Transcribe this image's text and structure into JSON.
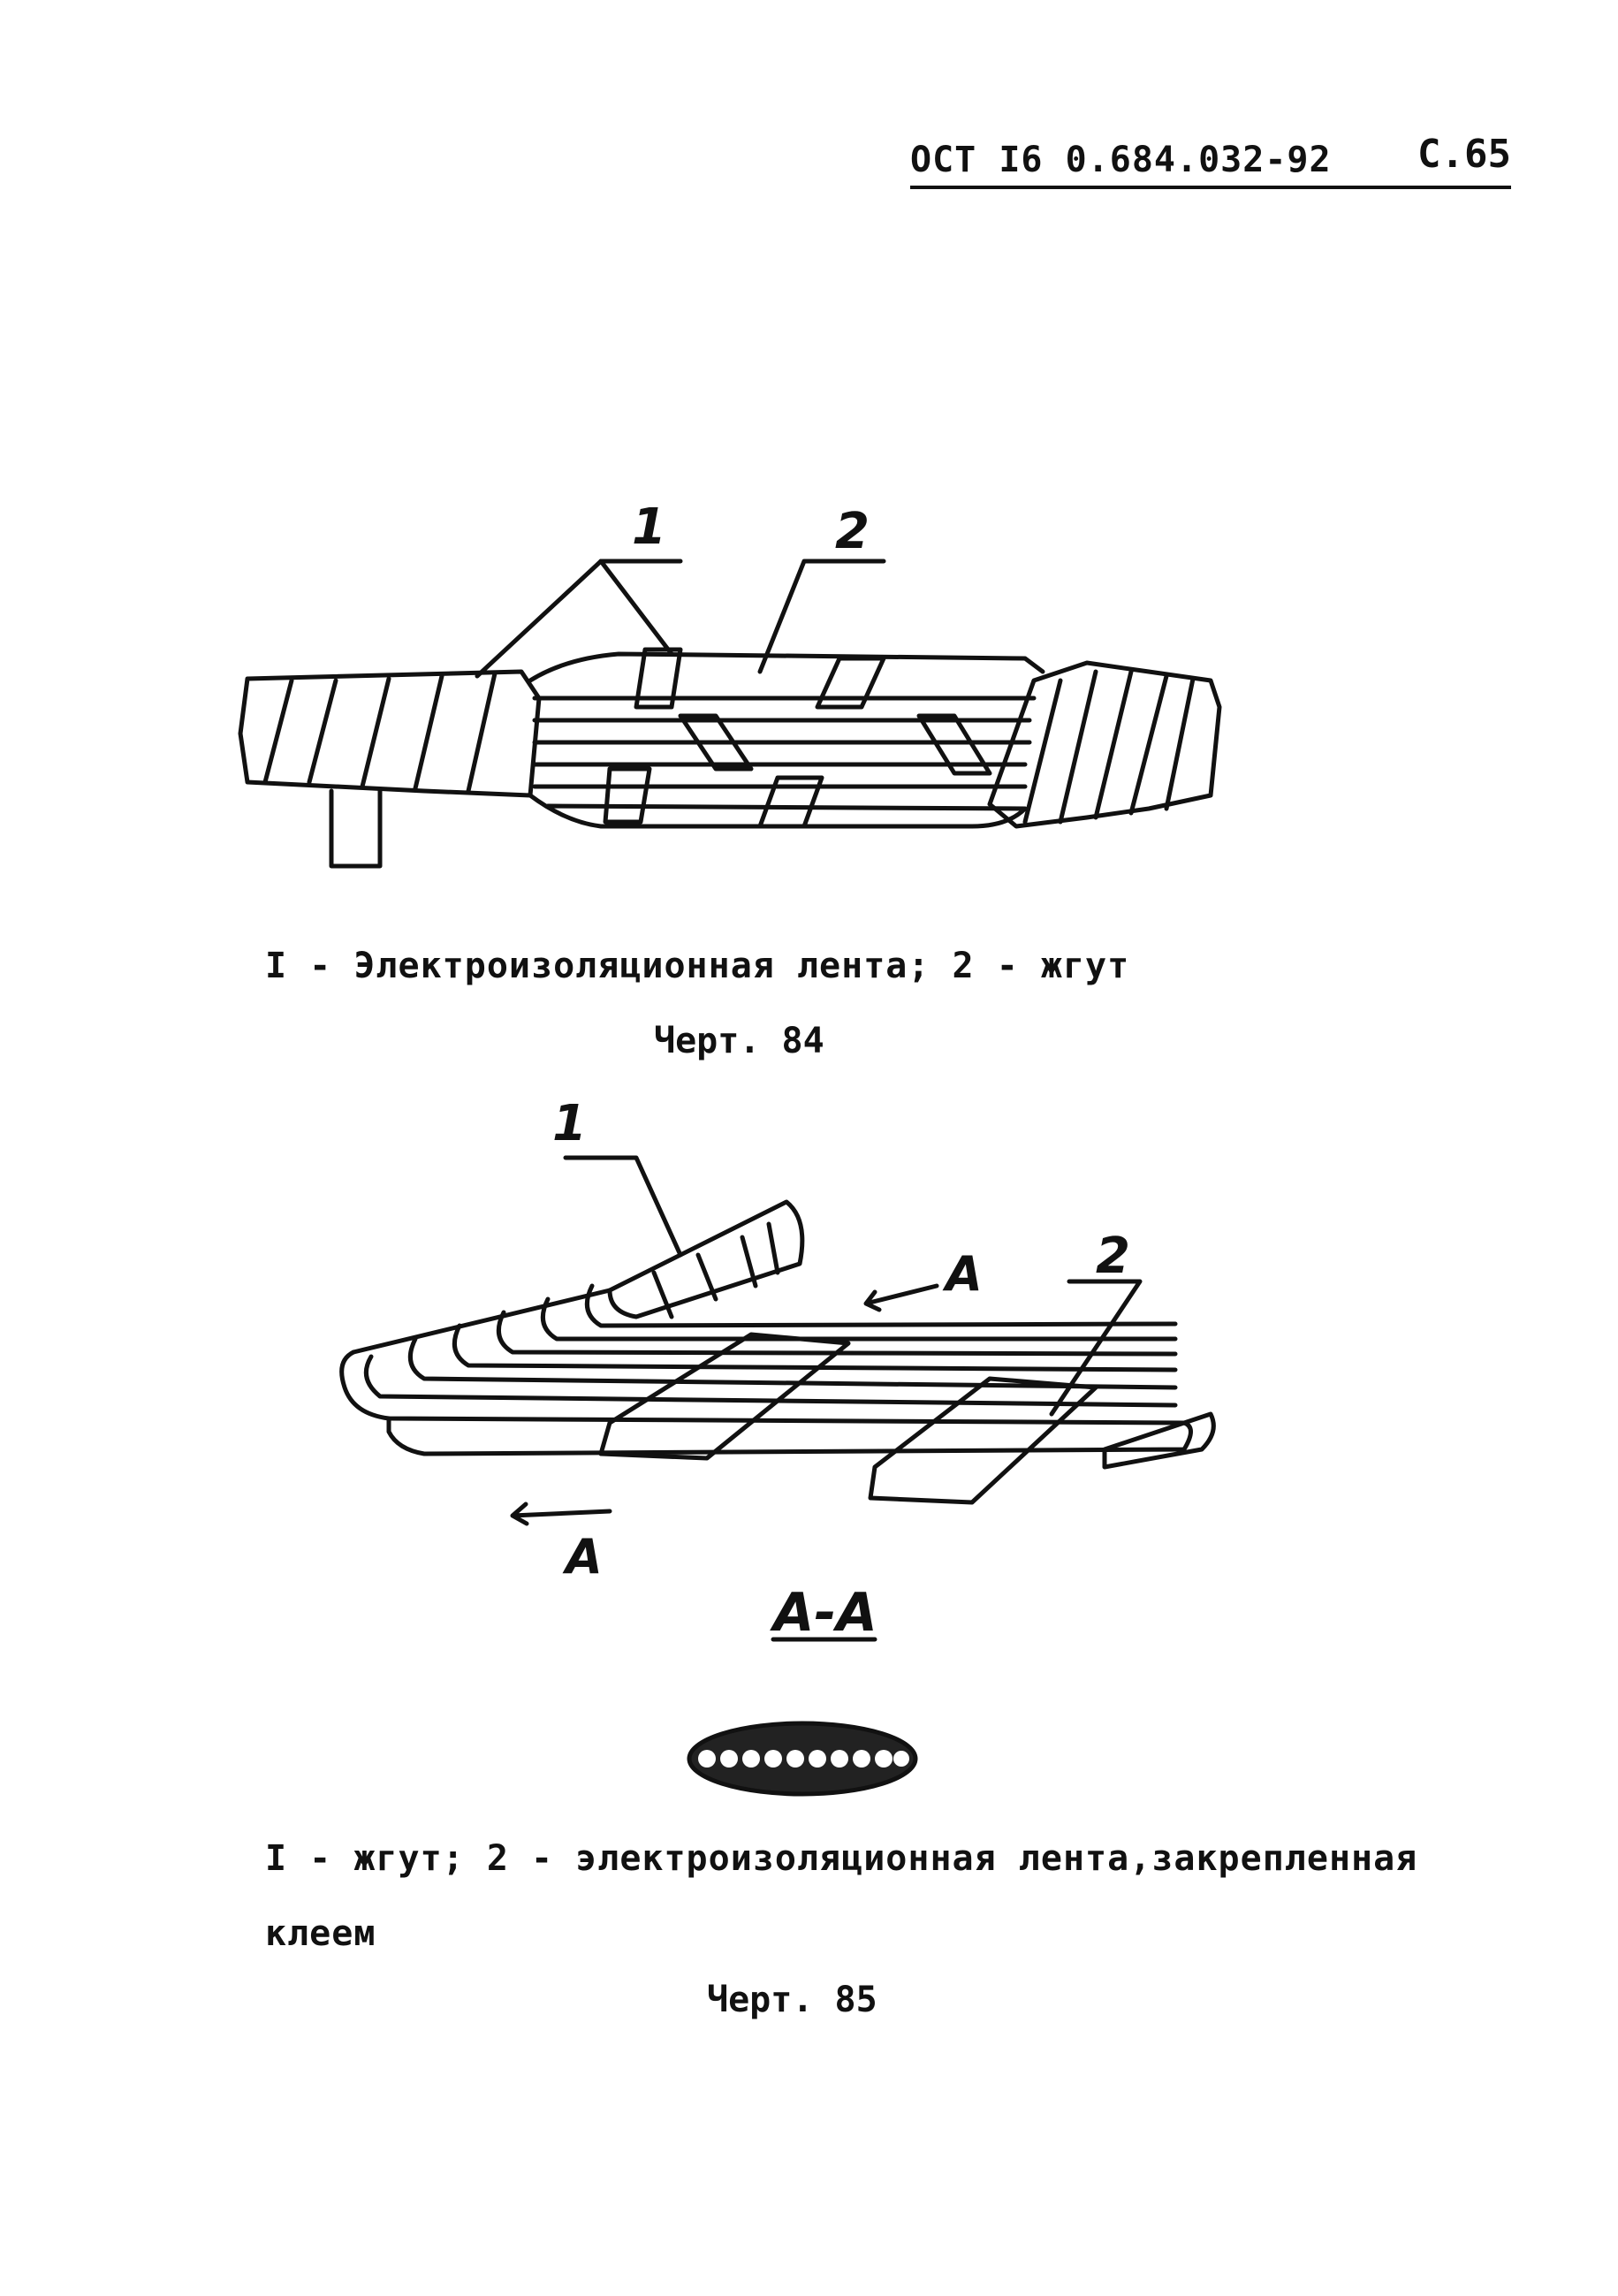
{
  "header": {
    "doc_number": "ОСТ I6 0.684.032-92",
    "page": "С.65"
  },
  "figure84": {
    "callout_1": "1",
    "callout_2": "2",
    "legend": "I - Электроизоляционная лента;  2 - жгут",
    "title": "Черт. 84"
  },
  "figure85": {
    "callout_1": "1",
    "callout_2": "2",
    "arrow_label_top": "A",
    "arrow_label_bottom": "A",
    "section_title": "A-A",
    "legend_line1": "I - жгут;  2 - электроизоляционная лента,закрепленная",
    "legend_line2": "клеем",
    "title": "Черт. 85"
  }
}
